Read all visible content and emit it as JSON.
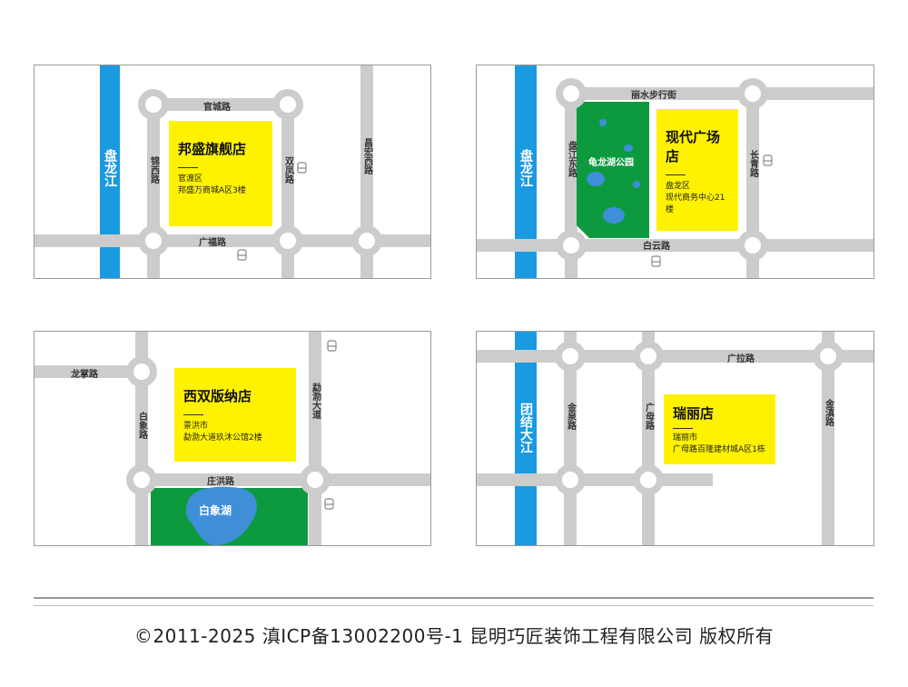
{
  "maps": [
    {
      "river": "盘龙江",
      "store": {
        "name": "邦盛旗舰店",
        "district": "官渡区",
        "address": "邦盛万商城A区3楼"
      },
      "roads": {
        "guancheng": "官城路",
        "jinxi": "锦西路",
        "shuangfeng": "双凤路",
        "changhong": "昌宏西路",
        "guangfu": "广福路"
      }
    },
    {
      "river": "盘龙江",
      "park": "龟龙湖公园",
      "store": {
        "name": "现代广场店",
        "district": "盘龙区",
        "address": "现代商务中心21楼"
      },
      "roads": {
        "lishui": "丽水步行街",
        "panjiang": "盘江东路",
        "changqing": "长青路",
        "baiyun": "白云路"
      }
    },
    {
      "lake": "白象湖",
      "store": {
        "name": "西双版纳店",
        "district": "景洪市",
        "address": "勐泐大道玖沐公馆2楼"
      },
      "roads": {
        "longzhang": "龙掌路",
        "baixiang": "白象路",
        "mengle": "勐泐大道",
        "zhuanghong": "庄洪路"
      }
    },
    {
      "river": "团结大江",
      "store": {
        "name": "瑞丽店",
        "district": "瑞丽市",
        "address": "广母路百隆建材城A区1栋"
      },
      "roads": {
        "guangla": "广拉路",
        "jinquan": "金泉路",
        "guangmu": "广母路",
        "jindian": "金滇路"
      }
    }
  ],
  "colors": {
    "store": "#fff200",
    "river": "#1a9ae0",
    "park": "#0d9a3f",
    "road": "#cccccc"
  },
  "footer": "©2011-2025 滇ICP备13002200号-1 昆明巧匠装饰工程有限公司 版权所有"
}
